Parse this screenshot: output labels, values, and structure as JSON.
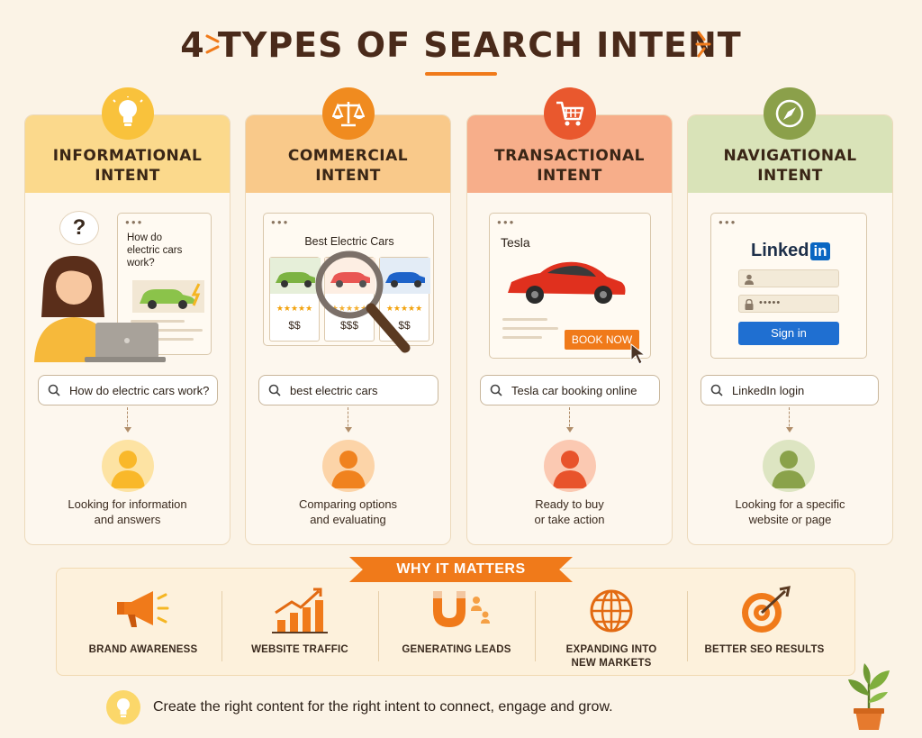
{
  "title": "4 TYPES OF SEARCH INTENT",
  "colors": {
    "accent": "#f07a1a",
    "informational": "#fbd98c",
    "commercial": "#f9c98a",
    "transactional": "#f7ae8a",
    "navigational": "#d9e3b8"
  },
  "cards": [
    {
      "heading_line1": "INFORMATIONAL",
      "heading_line2": "INTENT",
      "icon": "lightbulb-icon",
      "browser_text": [
        "How do",
        "electric cars",
        "work?"
      ],
      "query": "How do electric cars work?",
      "desc_line1": "Looking for information",
      "desc_line2": "and answers"
    },
    {
      "heading_line1": "COMMERCIAL",
      "heading_line2": "INTENT",
      "icon": "scales-icon",
      "browser_title": "Best Electric Cars",
      "prices": [
        "$$",
        "$$$",
        "$$"
      ],
      "rating": "★★★★★",
      "query": "best electric cars",
      "desc_line1": "Comparing options",
      "desc_line2": "and evaluating"
    },
    {
      "heading_line1": "TRANSACTIONAL",
      "heading_line2": "INTENT",
      "icon": "shopping-cart-icon",
      "browser_title": "Tesla",
      "cta": "BOOK NOW",
      "query": "Tesla car booking online",
      "desc_line1": "Ready to buy",
      "desc_line2": "or take action"
    },
    {
      "heading_line1": "NAVIGATIONAL",
      "heading_line2": "INTENT",
      "icon": "compass-icon",
      "logo_text": "Linked",
      "logo_in": "in",
      "password_mask": "•••••",
      "signin": "Sign in",
      "query": "LinkedIn login",
      "desc_line1": "Looking for a specific",
      "desc_line2": "website or page"
    }
  ],
  "matters": {
    "badge": "WHY IT MATTERS",
    "items": [
      {
        "label_line1": "BRAND AWARENESS",
        "label_line2": "",
        "icon": "megaphone-icon"
      },
      {
        "label_line1": "WEBSITE TRAFFIC",
        "label_line2": "",
        "icon": "growth-chart-icon"
      },
      {
        "label_line1": "GENERATING LEADS",
        "label_line2": "",
        "icon": "magnet-icon"
      },
      {
        "label_line1": "EXPANDING INTO",
        "label_line2": "NEW MARKETS",
        "icon": "globe-icon"
      },
      {
        "label_line1": "BETTER SEO RESULTS",
        "label_line2": "",
        "icon": "target-icon"
      }
    ]
  },
  "footer": "Create the right content for the right intent to connect, engage and grow."
}
